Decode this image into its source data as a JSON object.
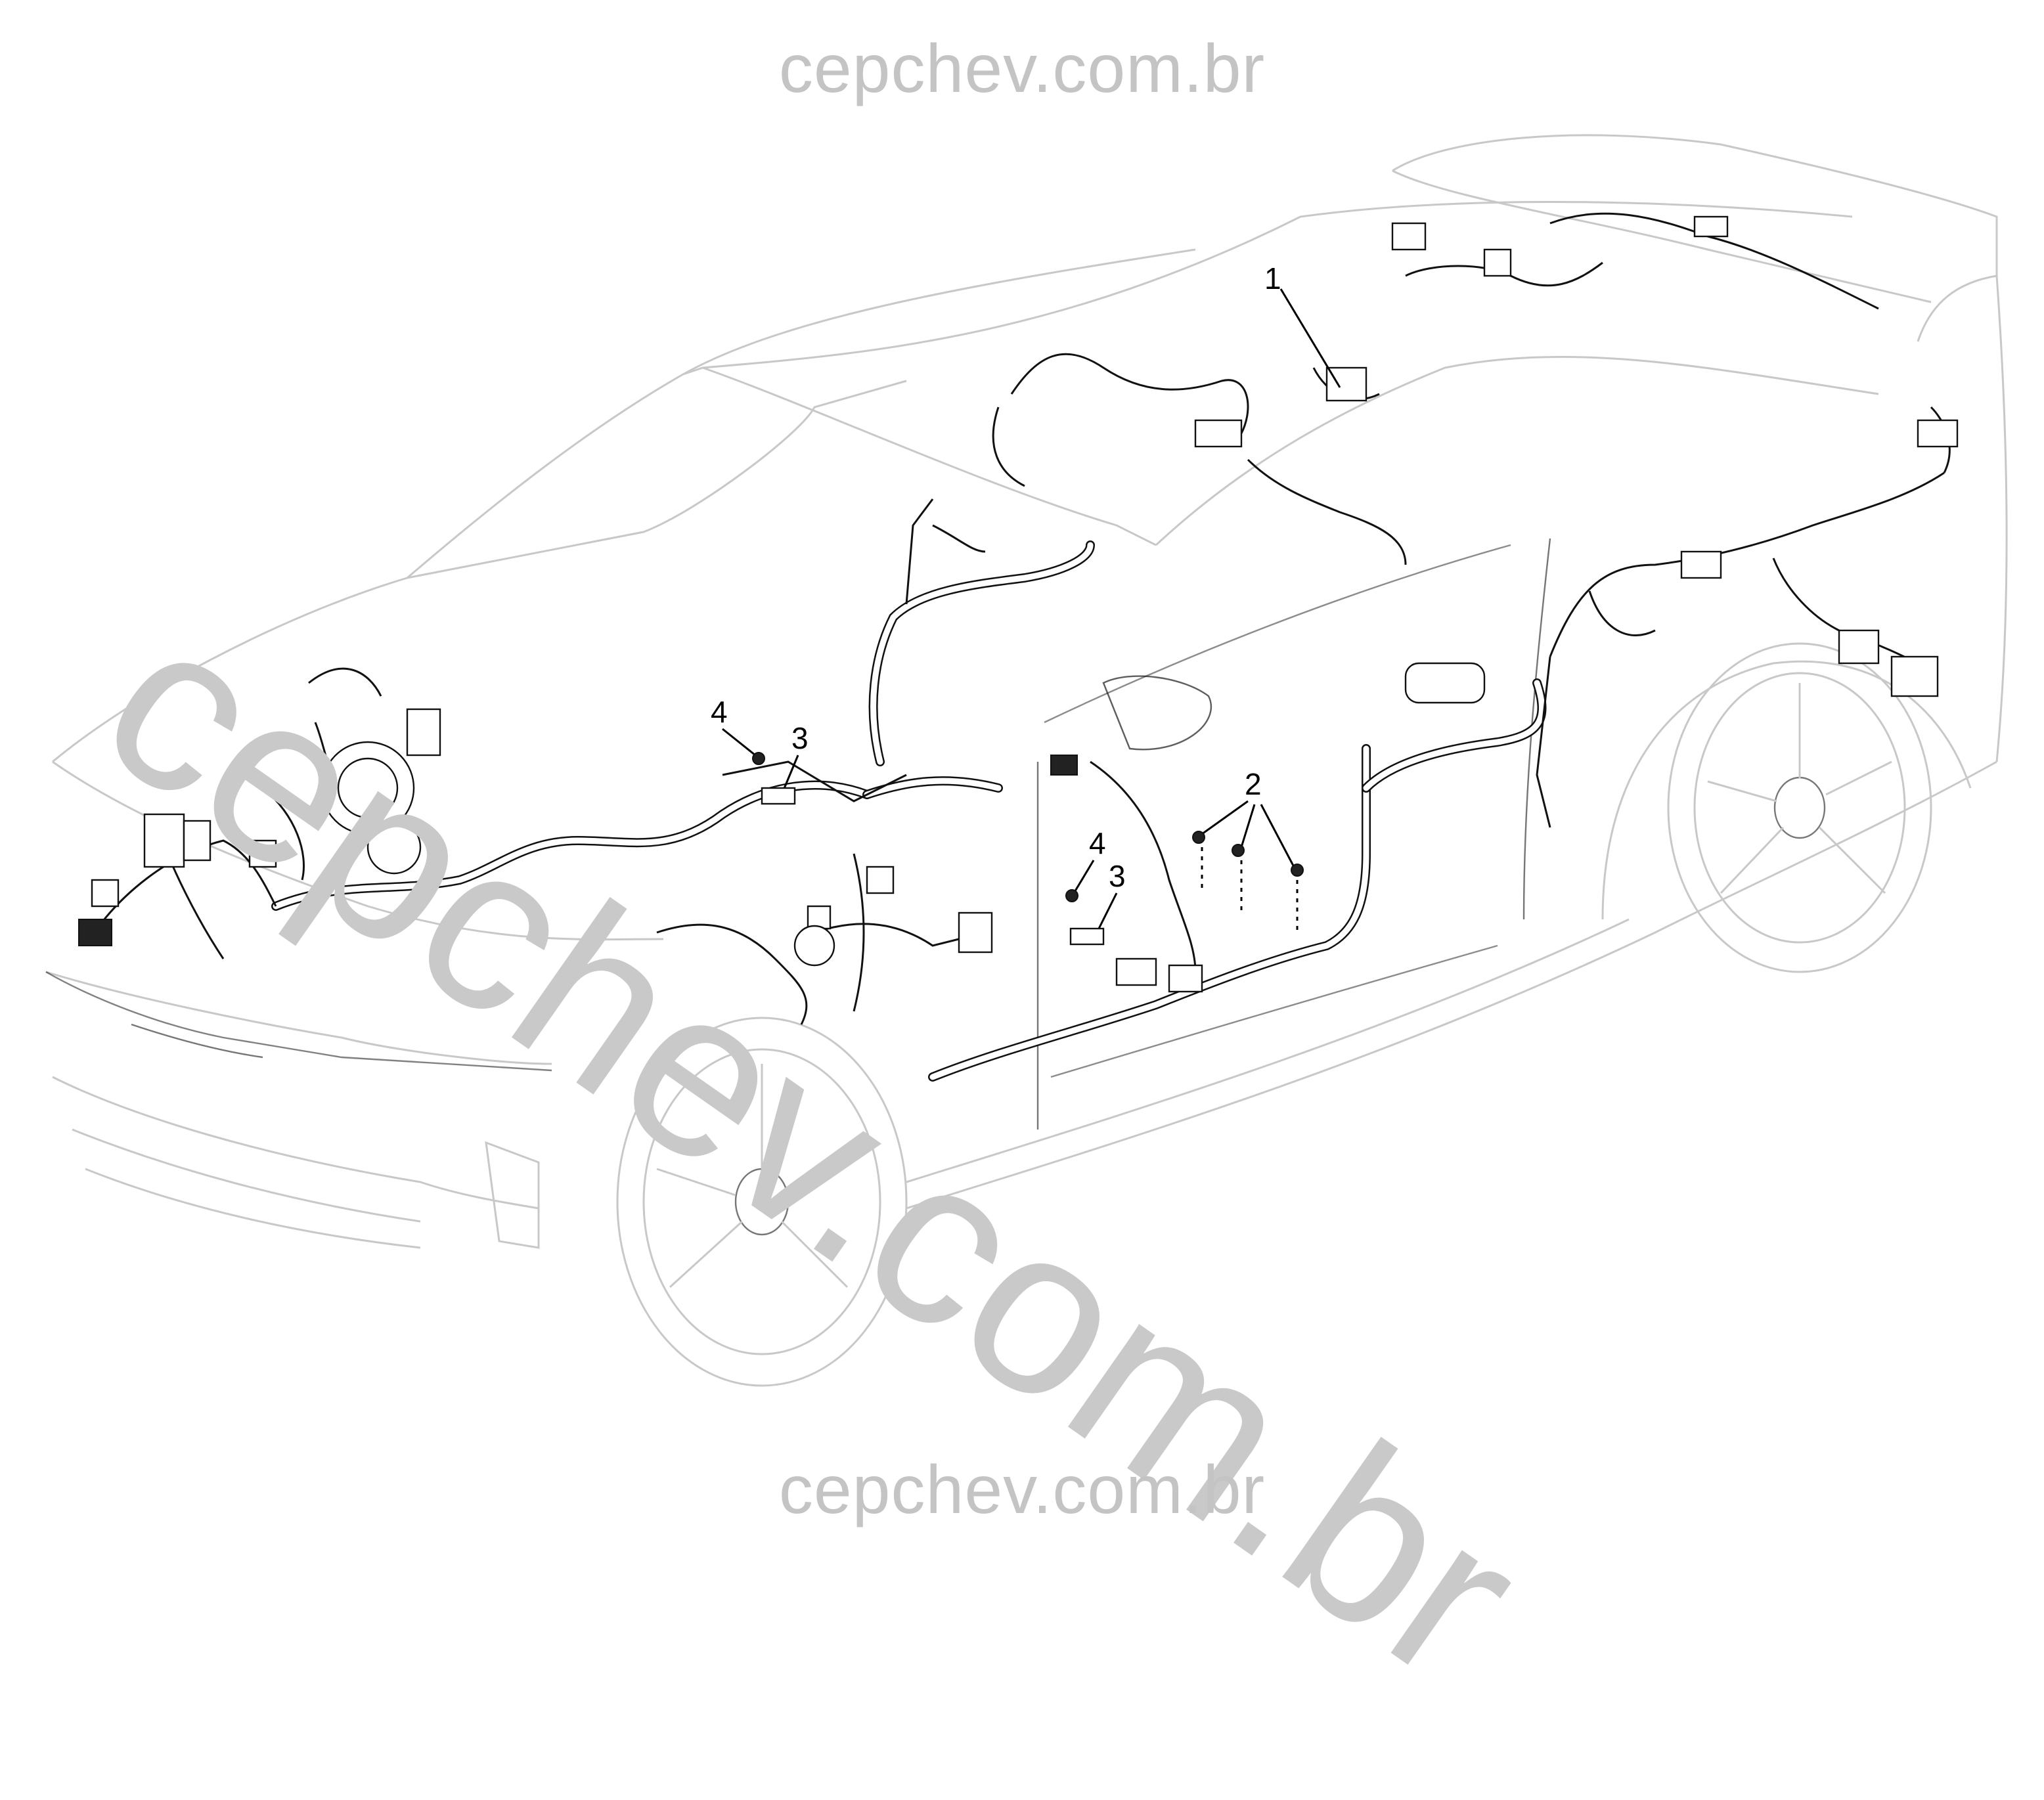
{
  "watermark": {
    "top": "cepchev.com.br",
    "diagonal": "cepchev.com.br",
    "bottom": "cepchev.com.br"
  },
  "callouts": {
    "c1": "1",
    "c2": "2",
    "c3_left": "3",
    "c4_left": "4",
    "c3_right": "3",
    "c4_right": "4"
  },
  "colors": {
    "watermark": "#c4c4c4",
    "line_art": "#111111",
    "body_outline": "#c8c8c8"
  }
}
